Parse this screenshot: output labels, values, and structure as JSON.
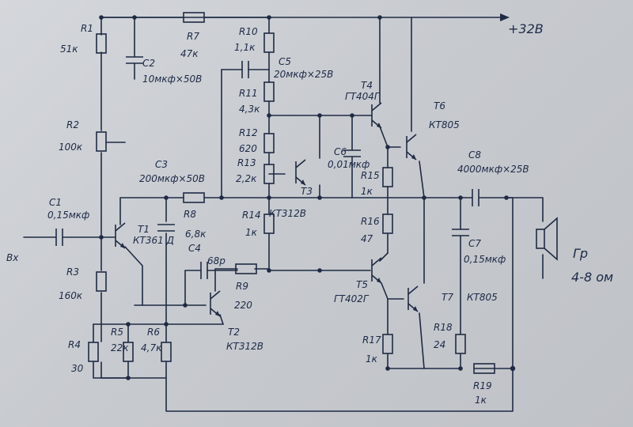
{
  "supply": "+32В",
  "input_label": "Вх",
  "speaker": {
    "ref": "Гр",
    "value": "4-8 ом"
  },
  "components": {
    "R1": {
      "ref": "R1",
      "value": "51к"
    },
    "R2": {
      "ref": "R2",
      "value": "100к"
    },
    "R3": {
      "ref": "R3",
      "value": "160к"
    },
    "R4": {
      "ref": "R4",
      "value": "30"
    },
    "R5": {
      "ref": "R5",
      "value": "22к"
    },
    "R6": {
      "ref": "R6",
      "value": "4,7к"
    },
    "R7": {
      "ref": "R7",
      "value": "47к"
    },
    "R8": {
      "ref": "R8",
      "value": "6,8к"
    },
    "R9": {
      "ref": "R9",
      "value": "220"
    },
    "R10": {
      "ref": "R10",
      "value": "1,1к"
    },
    "R11": {
      "ref": "R11",
      "value": "4,3к"
    },
    "R12": {
      "ref": "R12",
      "value": "620"
    },
    "R13": {
      "ref": "R13",
      "value": "2,2к"
    },
    "R14": {
      "ref": "R14",
      "value": "1к"
    },
    "R15": {
      "ref": "R15",
      "value": "1к"
    },
    "R16": {
      "ref": "R16",
      "value": "47"
    },
    "R17": {
      "ref": "R17",
      "value": "1к"
    },
    "R18": {
      "ref": "R18",
      "value": "24"
    },
    "R19": {
      "ref": "R19",
      "value": "1к"
    },
    "C1": {
      "ref": "C1",
      "value": "0,15мкф"
    },
    "C2": {
      "ref": "C2",
      "value": "10мкф×50В"
    },
    "C3": {
      "ref": "C3",
      "value": "200мкф×50В"
    },
    "C4": {
      "ref": "C4",
      "value": "68р"
    },
    "C5": {
      "ref": "C5",
      "value": "20мкф×25В"
    },
    "C6": {
      "ref": "C6",
      "value": "0,01мкф"
    },
    "C7": {
      "ref": "C7",
      "value": "0,15мкф"
    },
    "C8": {
      "ref": "C8",
      "value": "4000мкф×25В"
    },
    "T1": {
      "ref": "T1",
      "value": "КТ361 Д"
    },
    "T2": {
      "ref": "T2",
      "value": "КТ312В"
    },
    "T3": {
      "ref": "T3",
      "value": "КТ312В"
    },
    "T4": {
      "ref": "T4",
      "value": "ГТ404Г"
    },
    "T5": {
      "ref": "T5",
      "value": "ГТ402Г"
    },
    "T6": {
      "ref": "T6",
      "value": "КТ805"
    },
    "T7": {
      "ref": "T7",
      "value": "КТ805"
    }
  }
}
